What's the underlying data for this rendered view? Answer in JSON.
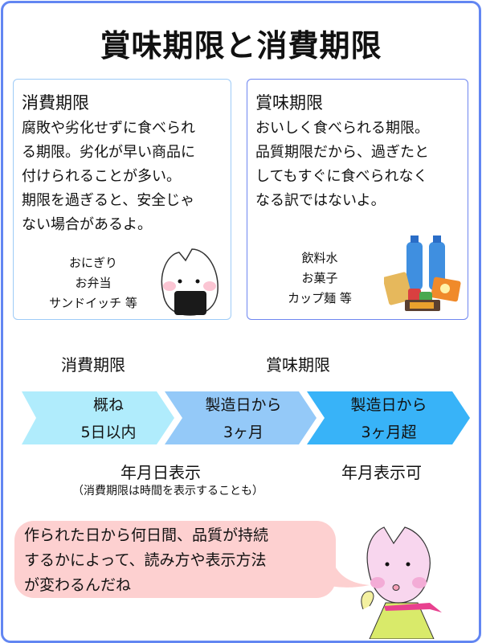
{
  "title": "賞味期限と消費期限",
  "cards": {
    "consumption": {
      "heading": "消費期限",
      "body_lines": [
        "腐敗や劣化せずに食べられ",
        "る期限。劣化が早い商品に",
        "付けられることが多い。",
        "期限を過ぎると、安全じゃ",
        "ない場合があるよ。"
      ],
      "examples": [
        "おにぎり",
        "お弁当",
        "サンドイッチ 等"
      ],
      "illustration": "onigiri-icon"
    },
    "best_before": {
      "heading": "賞味期限",
      "body_lines": [
        "おいしく食べられる期限。",
        "品質期限だから、過ぎたと",
        "してもすぐに食べられなく",
        "なる訳ではないよ。"
      ],
      "examples": [
        "飲料水",
        "お菓子",
        "カップ麺 等"
      ],
      "illustration": "water-snacks-cans-icon"
    }
  },
  "timeline": {
    "labels": {
      "consumption": "消費期限",
      "best_before": "賞味期限"
    },
    "steps": [
      {
        "line1": "概ね",
        "line2": "5日以内",
        "color": "#b0ecfc"
      },
      {
        "line1": "製造日から",
        "line2": "3ヶ月",
        "color": "#94c9f8"
      },
      {
        "line1": "製造日から",
        "line2": "3ヶ月超",
        "color": "#38b3f8"
      }
    ],
    "display": {
      "left": "年月日表示",
      "right": "年月表示可",
      "note": "（消費期限は時間を表示することも）"
    }
  },
  "bubble": {
    "lines": [
      "作られた日から何日間、品質が持続",
      "するかによって、読み方や表示方法",
      "が変わるんだね"
    ],
    "color": "#fdd0d0"
  },
  "colors": {
    "frame": "#6286f2",
    "card_left_border": "#9ecbf7",
    "card_right_border": "#6e86f0"
  }
}
